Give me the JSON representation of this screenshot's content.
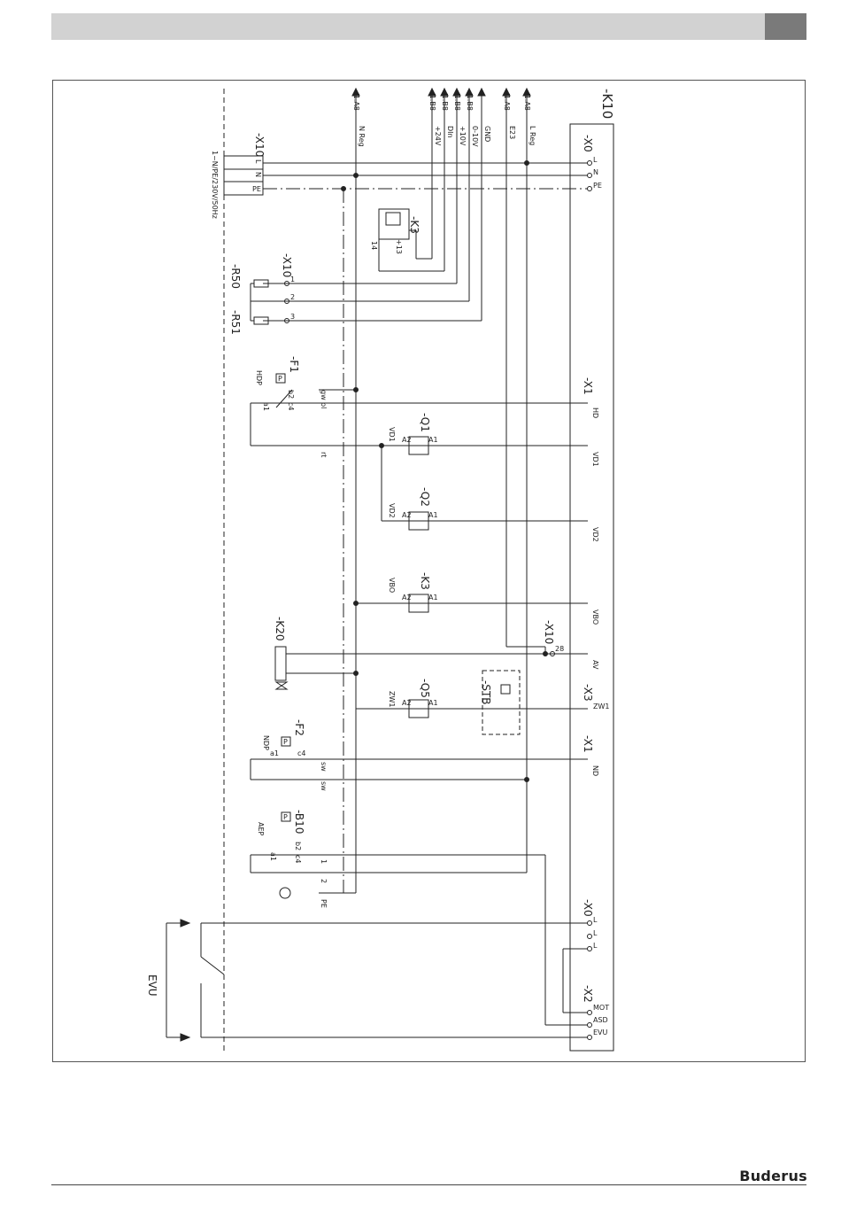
{
  "page": {
    "brand": "Buderus",
    "header_color": "#d2d2d2",
    "header_tab_color": "#7a7a7a"
  },
  "diagram": {
    "top_refs": [
      "/1.A8",
      "/1.B8",
      "/1.B8",
      "/1.B8",
      "/1.B8",
      "/1.A8",
      "/1.A8"
    ],
    "top_signals": [
      "N Reg",
      "+24V",
      "DIn",
      "+10V",
      "0-10V",
      "GND",
      "E23",
      "L Reg"
    ],
    "supply": {
      "designation": "-X10",
      "rating": "1~N/PE/230V/50Hz",
      "terminals": [
        "L",
        "N",
        "PE"
      ]
    },
    "controller": {
      "designation": "-K10",
      "x0_top": "-X0",
      "x0_top_terminals": [
        "L",
        "N",
        "PE"
      ],
      "x1_top": "-X1",
      "x1_terminals": [
        "HD",
        "VD1",
        "VD2",
        "VBO",
        "AV"
      ],
      "x3": "-X3",
      "x3_terminal": "ZW1",
      "x1_bottom": "-X1",
      "x1_bottom_terminal": "ND",
      "x0_bottom": "-X0",
      "x0_bottom_terminals": [
        "L",
        "L",
        "L"
      ],
      "x2": "-X2",
      "x2_terminals": [
        "MOT",
        "ASD",
        "EVU"
      ]
    },
    "k3_top": {
      "designation": "-K3",
      "pins": [
        "+13",
        "14"
      ]
    },
    "x10_sensor": {
      "designation": "-X10",
      "pins": [
        "1",
        "2",
        "3"
      ]
    },
    "r50": "-R50",
    "r51": "-R51",
    "f1": {
      "designation": "-F1",
      "name": "HDP",
      "contacts": [
        "b2",
        "c4",
        "a1"
      ],
      "terms": [
        "gw",
        "bl",
        "rt"
      ]
    },
    "q1": {
      "designation": "-Q1",
      "name": "VD1",
      "pins": [
        "A2",
        "A1"
      ]
    },
    "q2": {
      "designation": "-Q2",
      "name": "VD2",
      "pins": [
        "A2",
        "A1"
      ]
    },
    "k3_mid": {
      "designation": "-K3",
      "name": "VBO",
      "pins": [
        "A2",
        "A1"
      ]
    },
    "x10_av": {
      "designation": "-X10",
      "pin": "28"
    },
    "k20": "-K20",
    "q5": {
      "designation": "-Q5",
      "name": "ZW1",
      "pins": [
        "A2",
        "A1"
      ]
    },
    "stb": "-STB",
    "f2": {
      "designation": "-F2",
      "name": "NDP",
      "contacts": [
        "a1",
        "c4"
      ],
      "terms": [
        "sw",
        "sw"
      ]
    },
    "b10": {
      "designation": "-B10",
      "name": "AEP",
      "contacts": [
        "b2",
        "c4",
        "a1"
      ],
      "terms": [
        "1",
        "2",
        "PE"
      ]
    },
    "evu": "EVU",
    "p_symbol": "P"
  }
}
